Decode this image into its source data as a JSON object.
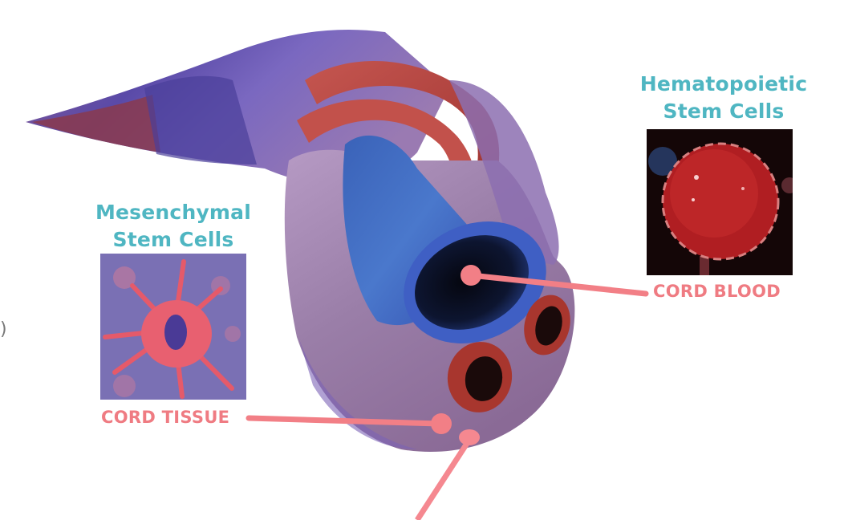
{
  "diagram": {
    "subject": "Umbilical cord cross-section",
    "colors": {
      "heading_teal": "#4fb6c2",
      "label_coral": "#ef7b82",
      "pointer_coral": "#f27f86",
      "wharton_jelly": "#9a7aa6",
      "cord_outer": "#7a5ea8",
      "vein_blue": "#3f5fc0",
      "artery_red": "#b5403c"
    },
    "cells": [
      {
        "id": "hsc",
        "title_line1": "Hematopoietic",
        "title_line2": "Stem Cells",
        "thumb": "red-blood-stem-cell-image"
      },
      {
        "id": "msc",
        "title_line1": "Mesenchymal",
        "title_line2": "Stem Cells",
        "thumb": "pink-mesenchymal-cell-image"
      }
    ],
    "callouts": [
      {
        "id": "cord_blood",
        "label": "CORD BLOOD"
      },
      {
        "id": "cord_tissue",
        "label": "CORD TISSUE"
      }
    ],
    "edge_fragment": ")"
  }
}
